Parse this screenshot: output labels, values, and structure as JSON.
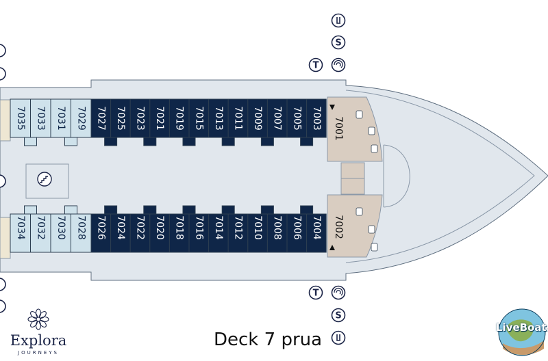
{
  "caption": "Deck 7 prua",
  "brand": {
    "name": "Explora",
    "subtitle": "JOURNEYS"
  },
  "watermark": {
    "text": "LiveBoat.it"
  },
  "colors": {
    "deck": "#e1e7ed",
    "navy": "#0f2648",
    "light_blue": "#cfe2eb",
    "suite": "#d9cdc1",
    "beige": "#eee7d3",
    "outline": "#2c3e50",
    "icon": "#1b2447"
  },
  "cabins": {
    "top_navy": [
      "7027",
      "7025",
      "7023",
      "7021",
      "7019",
      "7015",
      "7013",
      "7011",
      "7009",
      "7007",
      "7005",
      "7003"
    ],
    "bottom_navy": [
      "7026",
      "7024",
      "7022",
      "7020",
      "7018",
      "7016",
      "7014",
      "7012",
      "7010",
      "7008",
      "7006",
      "7004"
    ],
    "top_light": [
      "7035",
      "7033",
      "7031",
      "7029"
    ],
    "bottom_light": [
      "7034",
      "7032",
      "7030",
      "7028"
    ],
    "suite_top": "7001",
    "suite_bottom": "7002"
  },
  "icons": {
    "top_column": [
      "elevator-icon",
      "stairs-icon",
      "toilet-icon"
    ],
    "top_extra": "toilet-icon",
    "bottom_column": [
      "toilet-icon",
      "stairs-icon",
      "elevator-icon"
    ],
    "bottom_extra": "toilet-icon",
    "stair_well": "stairs-icon"
  },
  "service_labels": {
    "stairs": "S",
    "toilet": "T"
  }
}
